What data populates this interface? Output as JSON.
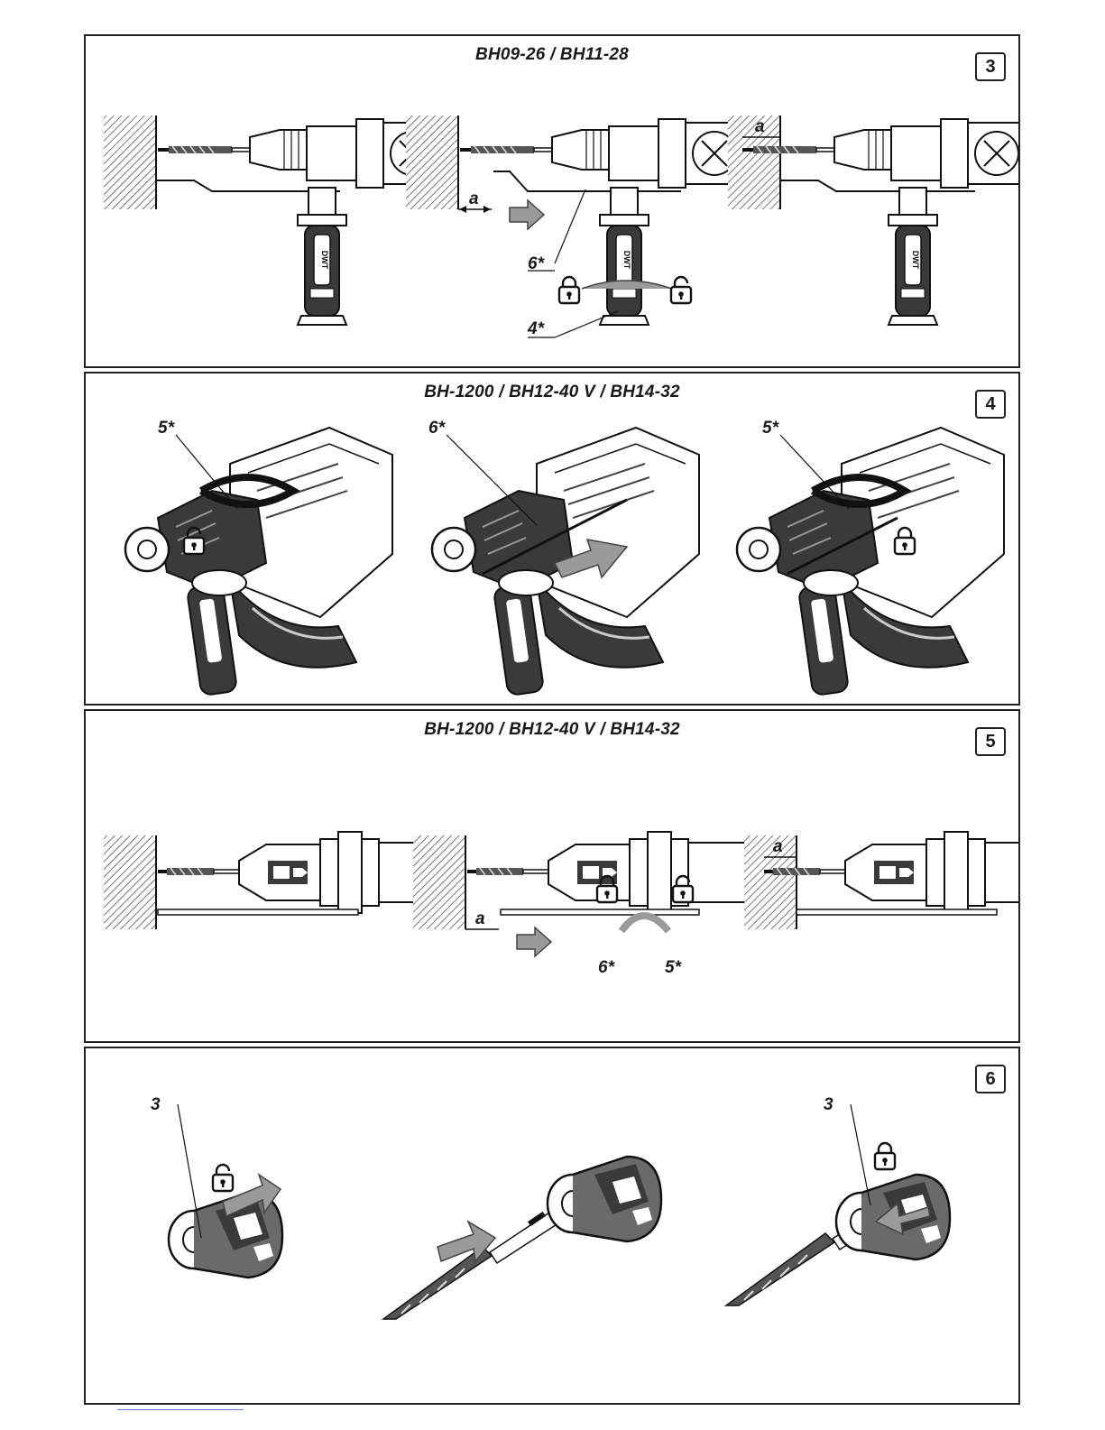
{
  "panels": [
    {
      "number": "3",
      "title": "BH09-26 / BH11-28",
      "labels": [
        "a",
        "6*",
        "4*",
        "a"
      ]
    },
    {
      "number": "4",
      "title": "BH-1200 / BH12-40 V / BH14-32",
      "labels": [
        "5*",
        "6*",
        "5*"
      ]
    },
    {
      "number": "5",
      "title": "BH-1200 / BH12-40 V / BH14-32",
      "labels": [
        "a",
        "6*",
        "5*",
        "a"
      ]
    },
    {
      "number": "6",
      "title": "",
      "labels": [
        "3",
        "3"
      ]
    }
  ],
  "icons": [
    "lock-closed-icon",
    "lock-open-icon",
    "arrow-right-icon",
    "rotate-arrows-icon"
  ],
  "colors": {
    "line": "#1a1a1a",
    "hatch": "#555555",
    "arrow_fill": "#9a9a9a",
    "tool_dark": "#3a3a3a"
  }
}
